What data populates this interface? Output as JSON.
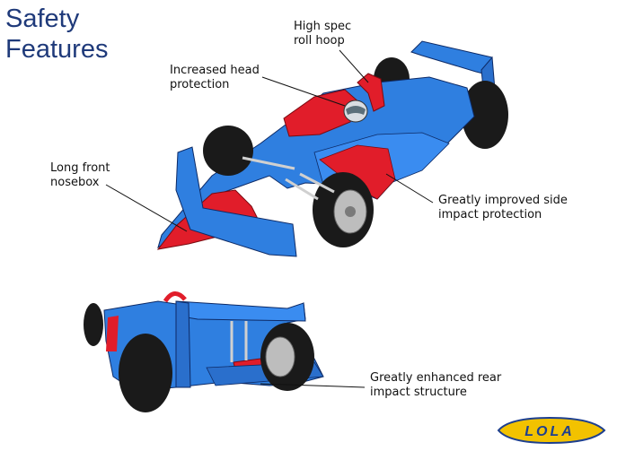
{
  "title": {
    "line1": "Safety",
    "line2": "Features"
  },
  "callouts": {
    "roll_hoop": {
      "line1": "High spec",
      "line2": "roll hoop"
    },
    "head": {
      "line1": "Increased head",
      "line2": "protection"
    },
    "nosebox": {
      "line1": "Long front",
      "line2": "nosebox"
    },
    "side": {
      "line1": "Greatly improved side",
      "line2": "impact protection"
    },
    "rear": {
      "line1": "Greatly enhanced rear",
      "line2": "impact structure"
    }
  },
  "logo": {
    "text": "LOLA"
  },
  "colors": {
    "title": "#1f3a7a",
    "car_blue": "#2f7fe0",
    "car_red": "#e11d2a",
    "tyre": "#1a1a1a",
    "logo_yellow": "#f2c200",
    "logo_blue": "#1d3f8f"
  }
}
